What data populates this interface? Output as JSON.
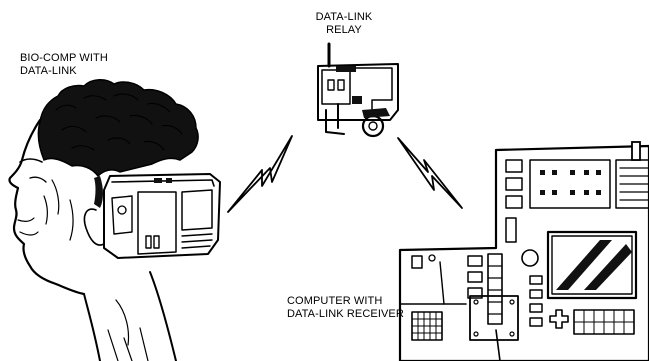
{
  "labels": {
    "biocomp_line1": "BIO-COMP WITH",
    "biocomp_line2": "DATA-LINK",
    "relay_line1": "DATA-LINK",
    "relay_line2": "RELAY",
    "computer_line1": "COMPUTER WITH",
    "computer_line2": "DATA-LINK RECEIVER"
  },
  "colors": {
    "ink": "#000000",
    "paper": "#ffffff"
  },
  "icons": [
    "head-with-biocomp",
    "relay-device",
    "computer-console",
    "lightning-bolt-left",
    "lightning-bolt-right"
  ]
}
